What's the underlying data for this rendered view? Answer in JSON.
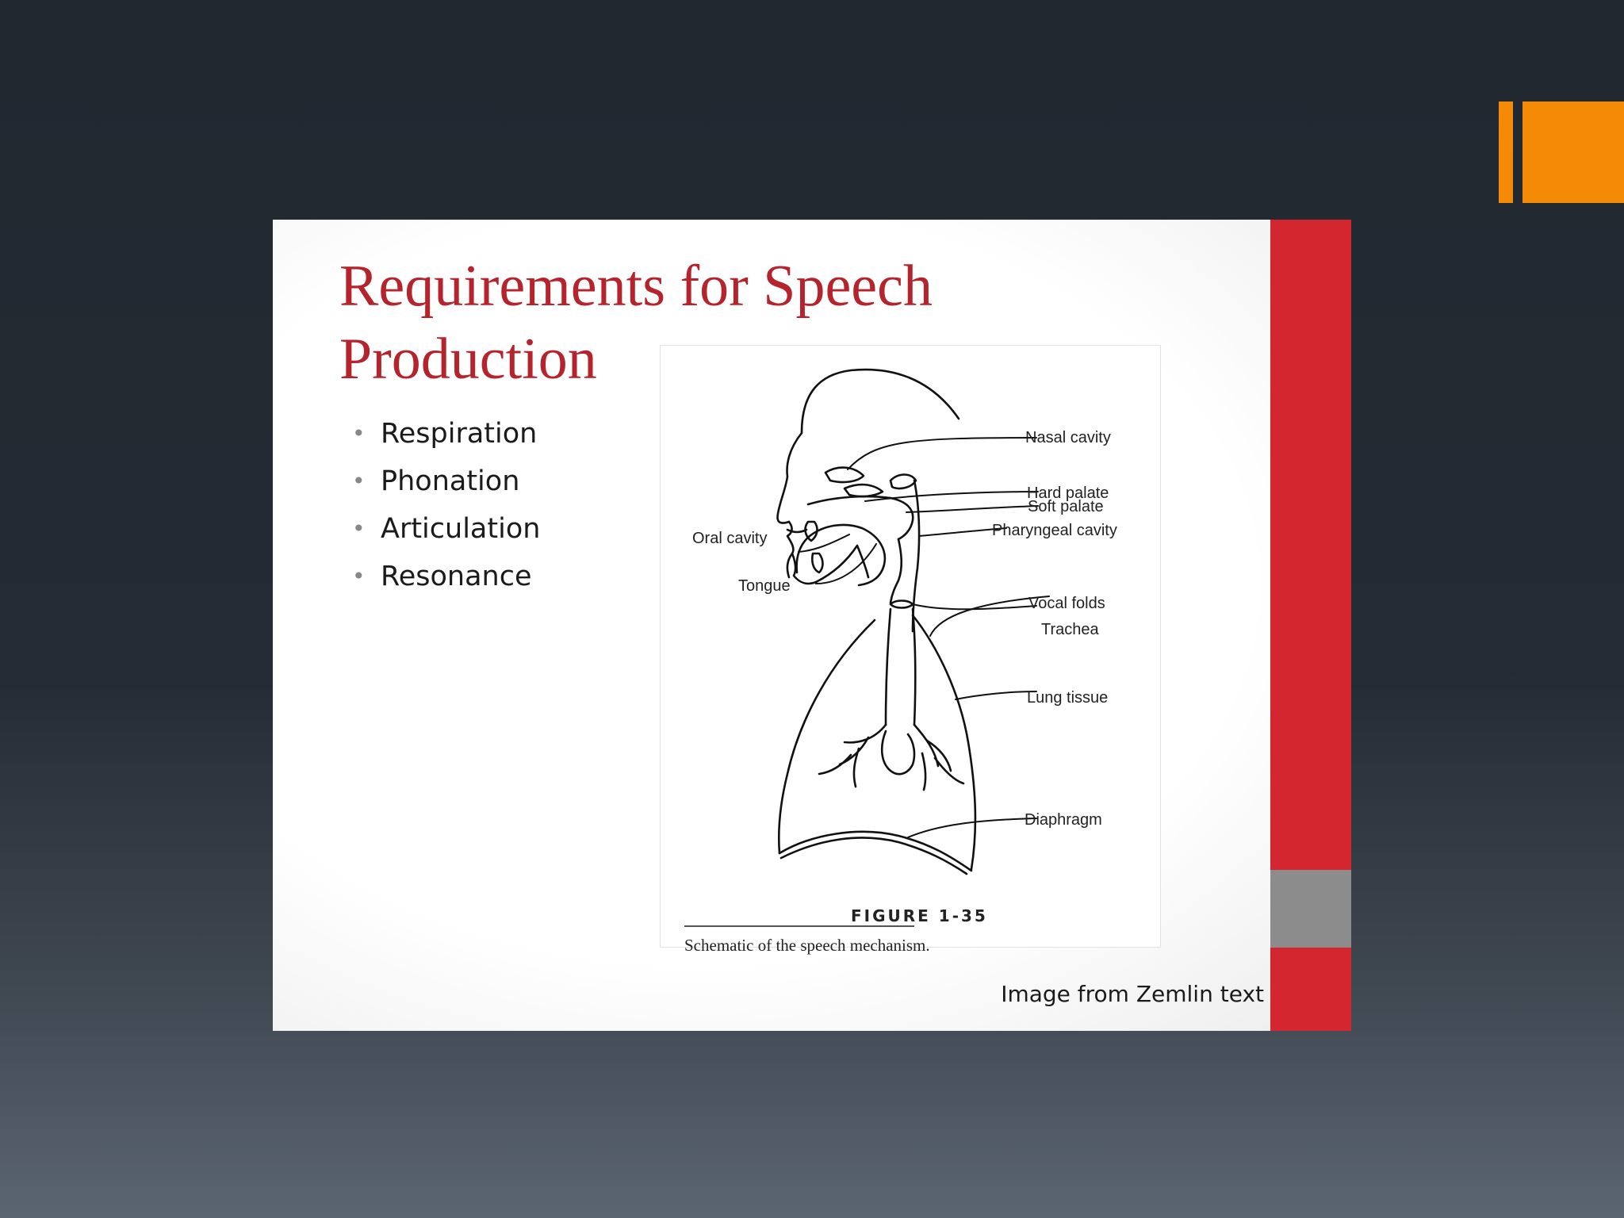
{
  "slide": {
    "title_line1": "Requirements for Speech",
    "title_line2": "Production",
    "bullets": [
      "Respiration",
      "Phonation",
      "Articulation",
      "Resonance"
    ],
    "credit": "Image from Zemlin text"
  },
  "figure": {
    "labels": {
      "nasal_cavity": "Nasal cavity",
      "hard_palate": "Hard palate",
      "soft_palate": "Soft palate",
      "oral_cavity": "Oral cavity",
      "pharyngeal_cavity": "Pharyngeal cavity",
      "tongue": "Tongue",
      "vocal_folds": "Vocal folds",
      "trachea": "Trachea",
      "lung_tissue": "Lung tissue",
      "diaphragm": "Diaphragm"
    },
    "number": "FIGURE 1-35",
    "caption": "Schematic of the speech mechanism."
  },
  "colors": {
    "background": "#222830",
    "accent_orange": "#f58a07",
    "title_red": "#b5242c",
    "strip_red": "#d4262e",
    "strip_gray": "#8c8c8c"
  }
}
